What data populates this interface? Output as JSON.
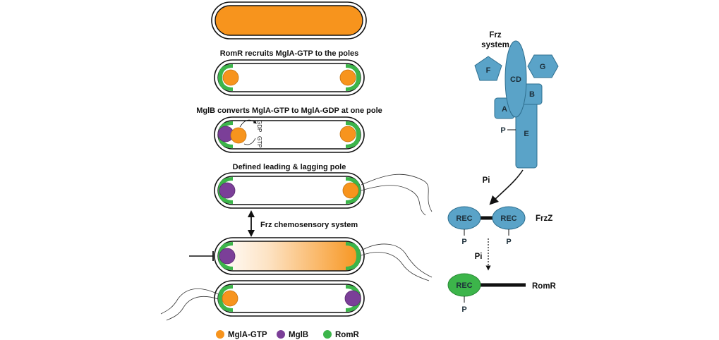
{
  "steps": {
    "recruit": "RomR recruits MglA-GTP to the poles",
    "convert": "MglB converts MglA-GTP to MglA-GDP at one pole",
    "defined": "Defined leading & lagging pole",
    "frz": "Frz chemosensory system"
  },
  "nucleotides": {
    "gdp": "GDP",
    "gtp": "GTP"
  },
  "legend": [
    {
      "label": "MglA-GTP",
      "color": "#f7941d"
    },
    {
      "label": "MglB",
      "color": "#7b3f98"
    },
    {
      "label": "RomR",
      "color": "#3cb54a"
    }
  ],
  "frz_system": {
    "title_line1": "Frz",
    "title_line2": "system",
    "proteins": {
      "f": "F",
      "g": "G",
      "cd": "CD",
      "a": "A",
      "b": "B",
      "e": "E",
      "p": "P"
    }
  },
  "pathway": {
    "pi_1": "Pi",
    "pi_2": "Pi",
    "rec": "REC",
    "p": "P",
    "frzz": "FrzZ",
    "romr": "RomR"
  },
  "colors": {
    "mgla_gtp": "#f7941d",
    "mglb": "#7b3f98",
    "romr": "#3cb54a",
    "frz_protein": "#5aa3c8"
  }
}
